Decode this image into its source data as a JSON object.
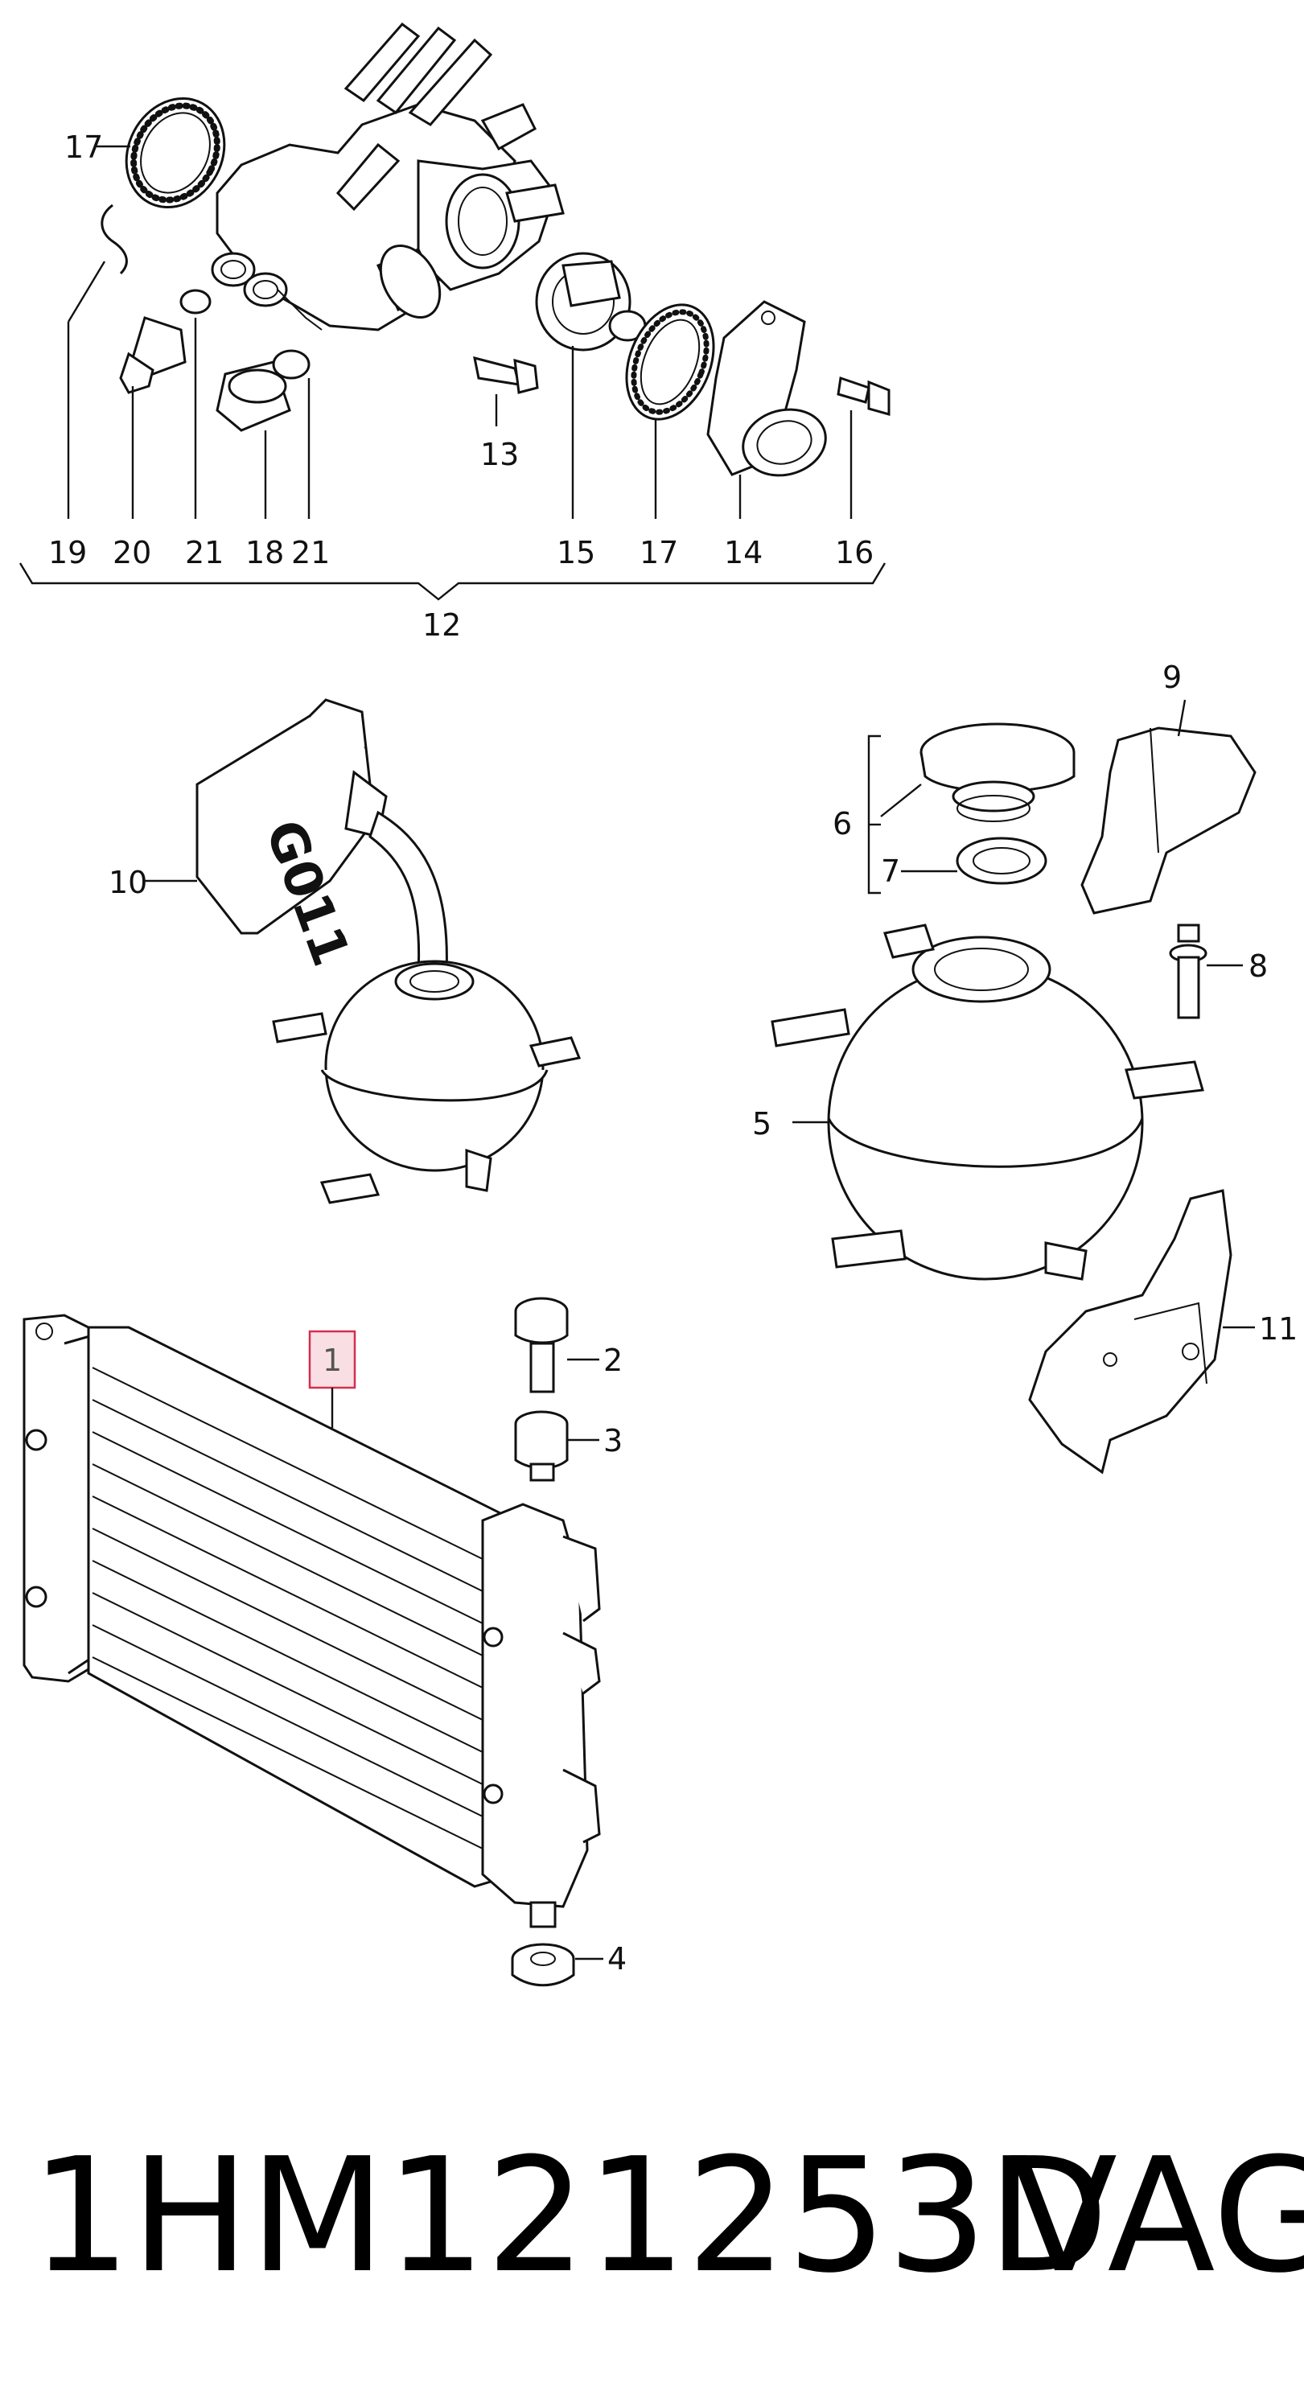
{
  "callouts": {
    "c1": "1",
    "c2": "2",
    "c3": "3",
    "c4": "4",
    "c5": "5",
    "c6": "6",
    "c7": "7",
    "c8": "8",
    "c9": "9",
    "c10": "10",
    "c11": "11",
    "c12": "12",
    "c13": "13",
    "c14": "14",
    "c15": "15",
    "c16": "16",
    "c17a": "17",
    "c17b": "17",
    "c18": "18",
    "c19": "19",
    "c20": "20",
    "c21a": "21",
    "c21b": "21"
  },
  "coolant_label": "G011",
  "highlighted_callout": "1",
  "footer": {
    "part_number": "1HM121253D",
    "brand": "VAG"
  },
  "colors": {
    "line": "#111111",
    "highlight_fill": "#f9dfe3",
    "highlight_stroke": "#d32f4f"
  }
}
